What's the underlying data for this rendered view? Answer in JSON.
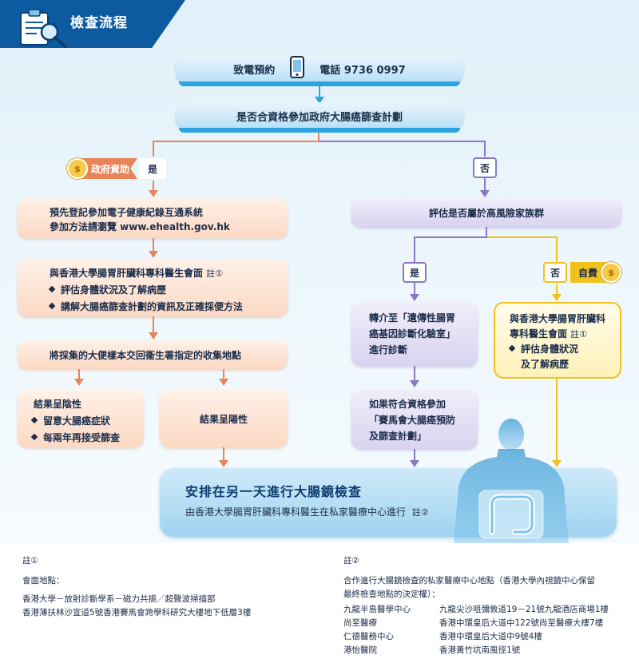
{
  "header": {
    "title": "檢查流程",
    "icon": "clipboard-magnifier-icon",
    "color": "#0e5aa0"
  },
  "steps": {
    "booking_label": "致電預約",
    "booking_phone": "電話 9736 0997",
    "eligibility": "是否合資格參加政府大腸癌篩查計劃",
    "yes_label": "是",
    "no_label": "否",
    "subsidy_label": "政府資助",
    "ehealth_title": "預先登記參加電子健康紀錄互通系統",
    "ehealth_sub": "參加方法請瀏覽 www.ehealth.gov.hk",
    "consult_left_title": "與香港大學腸胃肝臟科專科醫生會面",
    "consult_left_note": "註①",
    "consult_left_bullets": [
      "評估身體狀況及了解病歷",
      "講解大腸癌篩查計劃的資訊及正確採便方法"
    ],
    "stool_sample": "將採集的大便樣本交回衞生署指定的收集地點",
    "result_negative_title": "結果呈陰性",
    "result_negative_bullets": [
      "留意大腸癌症狀",
      "每兩年再接受篩查"
    ],
    "result_positive": "結果呈陽性",
    "high_risk": "評估是否屬於高風險家族群",
    "risk_yes": "是",
    "risk_no": "否",
    "self_pay": "自費",
    "referral_lines": [
      "轉介至「遺傳性腸胃",
      "癌基因診斷化驗室」",
      "進行診斷"
    ],
    "jc_lines": [
      "如果符合資格參加",
      "「賽馬會大腸癌預防",
      "及篩查計劃」"
    ],
    "consult_right_lines": [
      "與香港大學腸胃肝臟科",
      "專科醫生會面"
    ],
    "consult_right_note": "註①",
    "consult_right_bullets": [
      "評估身體狀況",
      "及了解病歷"
    ],
    "final_title": "安排在另一天進行大腸鏡檢查",
    "final_sub": "由香港大學腸胃肝臟科專科醫生在私家醫療中心進行",
    "final_note": "註②"
  },
  "notes": {
    "note1_label": "註①",
    "note1_heading": "會面地點：",
    "note1_lines": [
      "香港大學－放射診斷學系－磁力共振／超聲波掃描部",
      "香港薄扶林沙宣道5號香港賽馬會跨學科研究大樓地下低層3樓"
    ],
    "note2_label": "註②",
    "note2_heading_lines": [
      "合作進行大腸鏡檢查的私家醫療中心地點（香港大學內視鏡中心保留",
      "最終檢查地點的決定權）："
    ],
    "centres": [
      {
        "name": "九龍半島醫學中心",
        "address": "九龍尖沙咀彌敦道19－21號九龍酒店商場1樓"
      },
      {
        "name": "尚至醫療",
        "address": "香港中環皇后大道中122號尚至醫療大樓7樓"
      },
      {
        "name": "仁德醫務中心",
        "address": "香港中環皇后大道中9號4樓"
      },
      {
        "name": "港怡醫院",
        "address": "香港黃竹坑南風徑1號"
      }
    ]
  },
  "colors": {
    "orange": "#e8845a",
    "purple": "#8a78c4",
    "yellow": "#f0c21b",
    "blue": "#2aa5e0"
  }
}
